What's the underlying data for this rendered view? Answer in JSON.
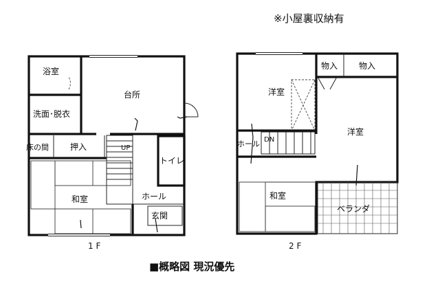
{
  "note": "※小屋裏収納有",
  "caption": "■概略図 現況優先",
  "floor1": {
    "label": "1 F",
    "rooms": {
      "bath": "浴室",
      "kitchen": "台所",
      "washroom": "洗面･脱衣",
      "tokonoma": "床の間",
      "closet": "押入",
      "toilet": "トイレ",
      "washitsu": "和室",
      "hall": "ホール",
      "entrance": "玄関",
      "stair_mark": "UP"
    }
  },
  "floor2": {
    "label": "2 F",
    "rooms": {
      "storage1": "物入",
      "storage2": "物入",
      "western1": "洋室",
      "western2": "洋室",
      "hall": "ホール",
      "stair_mark": "DN",
      "washitsu": "和室",
      "veranda": "ベランダ"
    }
  }
}
